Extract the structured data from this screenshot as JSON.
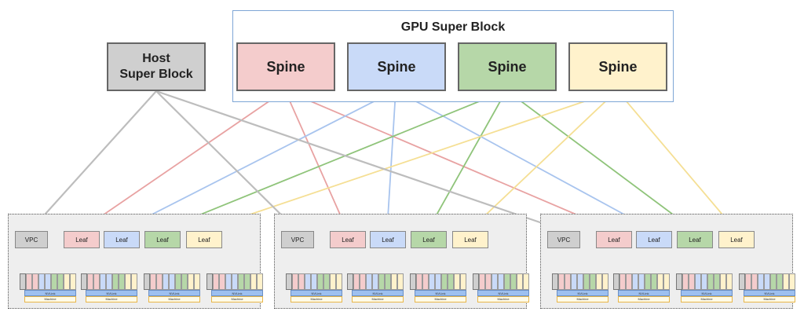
{
  "gpu_block": {
    "title": "GPU Super Block"
  },
  "spines": [
    {
      "label": "Spine",
      "color": "#f4cccc",
      "line": "#e8a2a2"
    },
    {
      "label": "Spine",
      "color": "#c9daf8",
      "line": "#a8c4ee"
    },
    {
      "label": "Spine",
      "color": "#b6d7a8",
      "line": "#8fc47a"
    },
    {
      "label": "Spine",
      "color": "#fff2cc",
      "line": "#f5df94"
    }
  ],
  "host_block": {
    "label": "Host\nSuper Block",
    "color": "#cfcfcf"
  },
  "pods": [
    {
      "vpc": "VPC",
      "leaves": [
        "Leaf",
        "Leaf",
        "Leaf",
        "Leaf"
      ]
    },
    {
      "vpc": "VPC",
      "leaves": [
        "Leaf",
        "Leaf",
        "Leaf",
        "Leaf"
      ]
    },
    {
      "vpc": "VPC",
      "leaves": [
        "Leaf",
        "Leaf",
        "Leaf",
        "Leaf"
      ]
    }
  ],
  "machine": {
    "interconnect": "NVLink",
    "label": "Machine",
    "count_per_pod": 4
  },
  "colors": {
    "vpc": "#cfcfcf",
    "leaf": [
      "#f4cccc",
      "#c9daf8",
      "#b6d7a8",
      "#fff2cc"
    ],
    "link_gray": "#bdbdbd"
  }
}
